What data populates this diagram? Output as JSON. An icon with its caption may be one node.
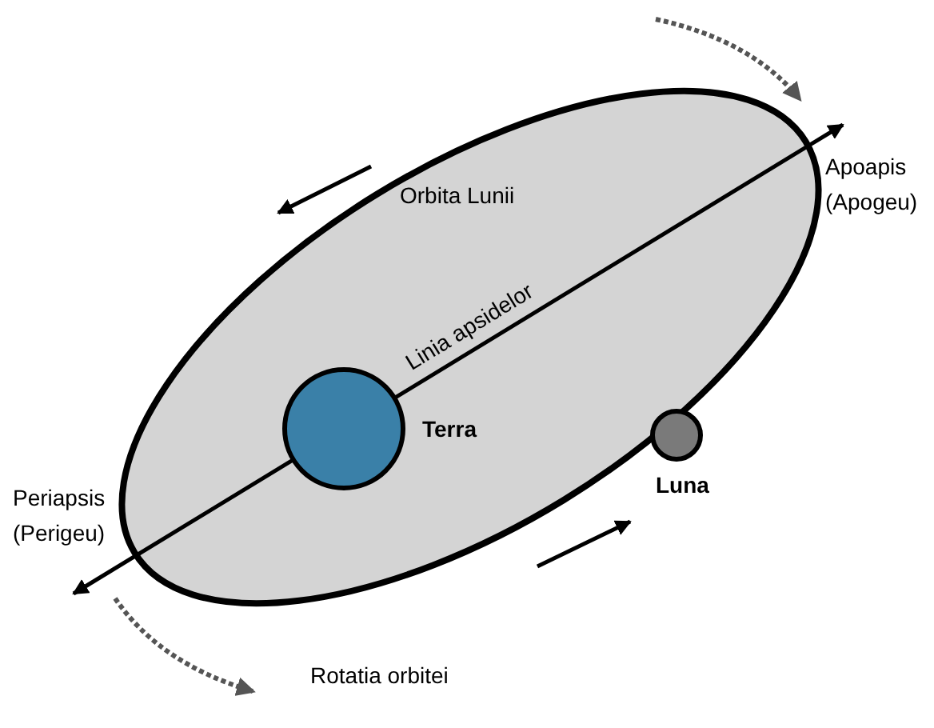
{
  "diagram": {
    "nodes": [
      {
        "text": [
          "Orbita Lunii"
        ]
      },
      {
        "text": [
          "Terra"
        ],
        "in": 0
      },
      {
        "text": [
          "Luna"
        ]
      }
    ],
    "labels": [
      "Linia apsidelor",
      "Apoapis (Apogeu)",
      "Periapsis (Perigeu)",
      "Rotatia orbitei"
    ]
  }
}
